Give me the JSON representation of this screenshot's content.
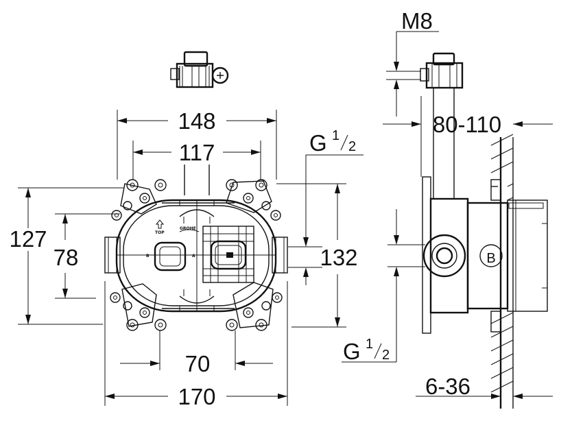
{
  "dimensions": {
    "d148": "148",
    "d117": "117",
    "d127": "127",
    "d78": "78",
    "d132": "132",
    "d70": "70",
    "d170": "170",
    "m8": "M8",
    "d80_110": "80-110",
    "d6_36": "6-36",
    "g_thread": "G",
    "g_num": "1",
    "g_den": "2"
  },
  "labels": {
    "top": "TOP",
    "brand": "GROHE",
    "port_b": "B",
    "port_a": "A",
    "side_b": "B"
  },
  "icons": [
    "bracket-clip-icon",
    "up-arrow-icon",
    "screw-head-icon"
  ],
  "colors": {
    "line": "#111111",
    "background": "#ffffff"
  }
}
